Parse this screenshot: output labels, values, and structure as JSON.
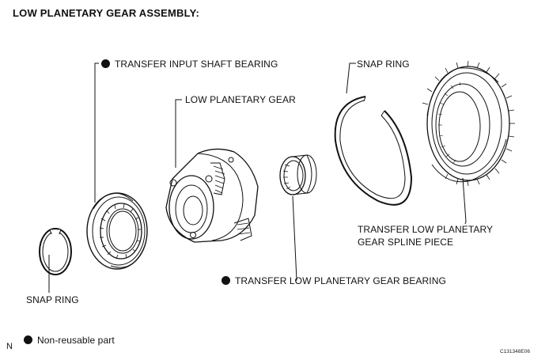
{
  "title": "LOW PLANETARY GEAR ASSEMBLY:",
  "labels": {
    "transfer_input_shaft_bearing": "TRANSFER INPUT SHAFT BEARING",
    "low_planetary_gear": "LOW PLANETARY GEAR",
    "snap_ring_top": "SNAP RING",
    "spline_piece_line1": "TRANSFER LOW PLANETARY",
    "spline_piece_line2": "GEAR SPLINE PIECE",
    "low_planetary_gear_bearing": "TRANSFER LOW PLANETARY GEAR BEARING",
    "snap_ring_bottom": "SNAP RING"
  },
  "legend": {
    "non_reusable": "Non-reusable part"
  },
  "corner_letter": "N",
  "figure_code": "C131348E06",
  "icons": {
    "non_reusable_marker": "filled-circle"
  }
}
